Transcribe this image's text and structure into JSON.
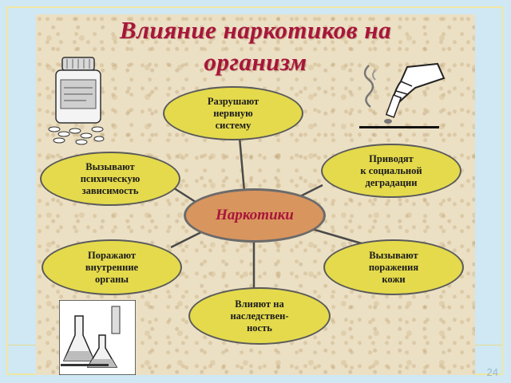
{
  "title_line1": "Влияние наркотиков на",
  "title_line2": "организм",
  "center": "Наркотики",
  "nodes": {
    "nervous": "Разрушают\nнервную\nсистему",
    "dependence": "Вызывают\nпсихическую\nзависимость",
    "degradation": "Приводят\nк социальной\nдеградации",
    "organs": "Поражают\nвнутренние\nорганы",
    "skin": "Вызывают\nпоражения\nкожи",
    "heredity": "Влияют на\nнаследствен-\nность"
  },
  "page_number": "24",
  "icons": {
    "pills": "pill-bottle-icon",
    "cigarette": "hand-cigarette-icon",
    "lab": "lab-flasks-icon"
  },
  "colors": {
    "title": "#a8153b",
    "node_fill": "#e4da4c",
    "center_fill": "#d9955e",
    "background": "#ece0c4"
  }
}
